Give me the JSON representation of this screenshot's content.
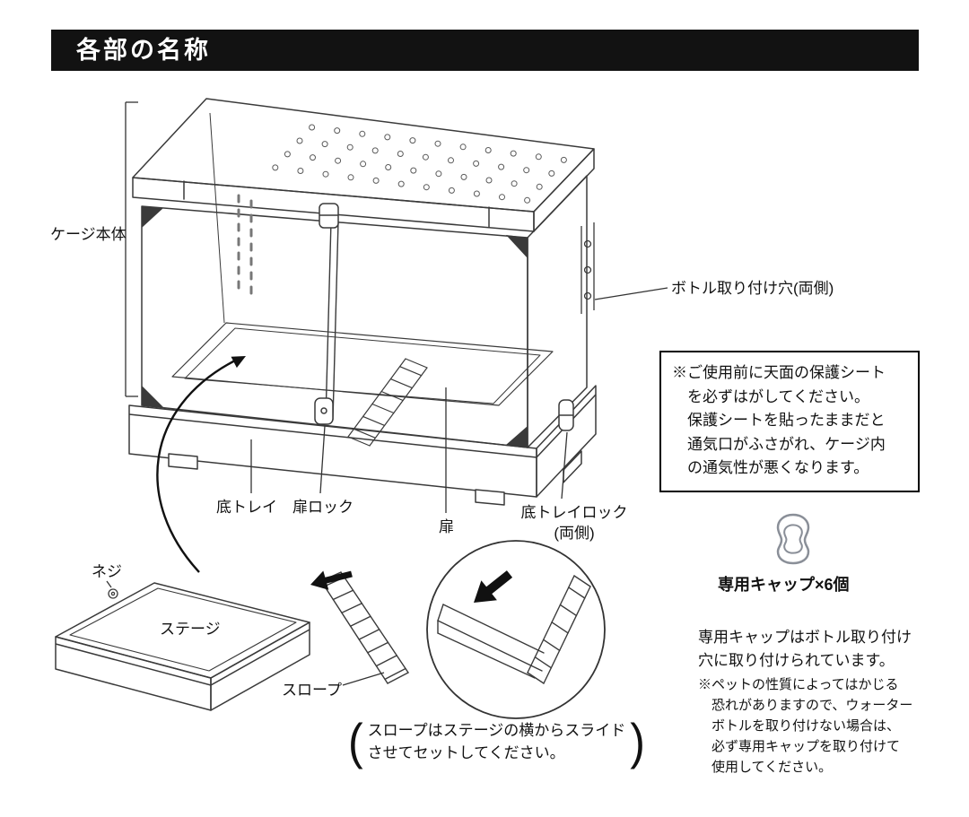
{
  "header": {
    "title": "各部の名称"
  },
  "diagram": {
    "labels": {
      "cage_body": "ケージ本体",
      "bottle_hole": "ボトル取り付け穴(両側)",
      "bottom_tray": "底トレイ",
      "door_lock": "扉ロック",
      "door": "扉",
      "bottom_tray_lock_line1": "底トレイロック",
      "bottom_tray_lock_line2": "(両側)",
      "screw": "ネジ",
      "stage": "ステージ",
      "slope": "スロープ"
    },
    "slope_note": {
      "open_paren": "(",
      "line1": "スロープはステージの横からスライド",
      "line2": "させてセットしてください。",
      "close_paren": ")"
    }
  },
  "notes": {
    "protective_sheet": {
      "lines": [
        "※ご使用前に天面の保護シート",
        "を必ずはがしてください。",
        "保護シートを貼ったままだと",
        "通気口がふさがれ、ケージ内",
        "の通気性が悪くなります。"
      ]
    },
    "cap": {
      "title": "専用キャップ×6個",
      "description": [
        "専用キャップはボトル取り付け",
        "穴に取り付けられています。"
      ],
      "warning": [
        "※ペットの性質によってはかじる",
        "恐れがありますので、ウォーター",
        "ボトルを取り付けない場合は、",
        "必ず専用キャップを取り付けて",
        "使用してください。"
      ]
    }
  },
  "colors": {
    "header_bg": "#121212",
    "line": "#3a3a3a",
    "cap_icon": "#8a8f98"
  }
}
